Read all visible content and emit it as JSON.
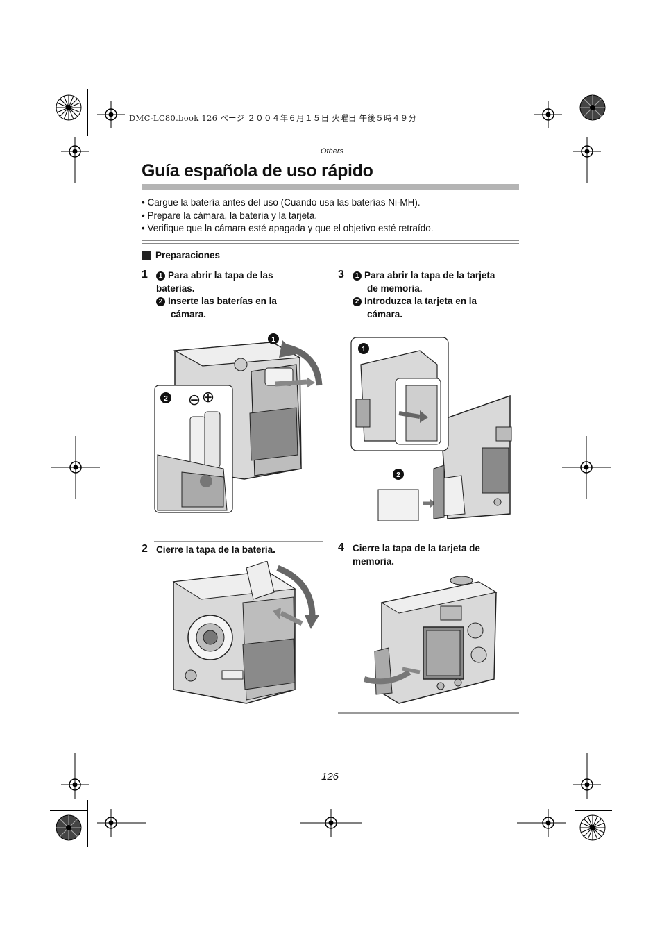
{
  "print_header": "DMC-LC80.book  126 ページ  ２００４年６月１５日  火曜日  午後５時４９分",
  "section_tag": "Others",
  "title": "Guía española de uso rápido",
  "bullets": [
    "• Cargue la batería antes del uso (Cuando usa las baterías Ni-MH).",
    "• Prepare la cámara, la batería y la tarjeta.",
    "• Verifique que la cámara esté apagada y que el objetivo esté retraído."
  ],
  "preparations_label": "Preparaciones",
  "steps": [
    {
      "number": "1",
      "sub1_marker": "1",
      "sub1_line1": "Para abrir la tapa de las",
      "sub1_line2": "baterías.",
      "sub2_marker": "2",
      "sub2_line1": "Inserte las baterías en la",
      "sub2_line2": "cámara."
    },
    {
      "number": "2",
      "text": "Cierre la tapa de la batería."
    },
    {
      "number": "3",
      "sub1_marker": "1",
      "sub1_line1": "Para abrir la tapa de la tarjeta",
      "sub1_line2": "de memoria.",
      "sub2_marker": "2",
      "sub2_line1": "Introduzca la tarjeta en la",
      "sub2_line2": "cámara."
    },
    {
      "number": "4",
      "text_line1": "Cierre la tapa de la tarjeta de",
      "text_line2": "memoria."
    }
  ],
  "illustration_markers": {
    "step1_a": "1",
    "step1_b": "2",
    "step3_a": "1",
    "step3_b": "2"
  },
  "battery_symbols": {
    "minus": "⊖",
    "plus": "⊕"
  },
  "page_number": "126",
  "colors": {
    "title_bar": "#b4b4b4",
    "camera_body": "#d9d9d9",
    "camera_dark": "#8a8a8a"
  }
}
